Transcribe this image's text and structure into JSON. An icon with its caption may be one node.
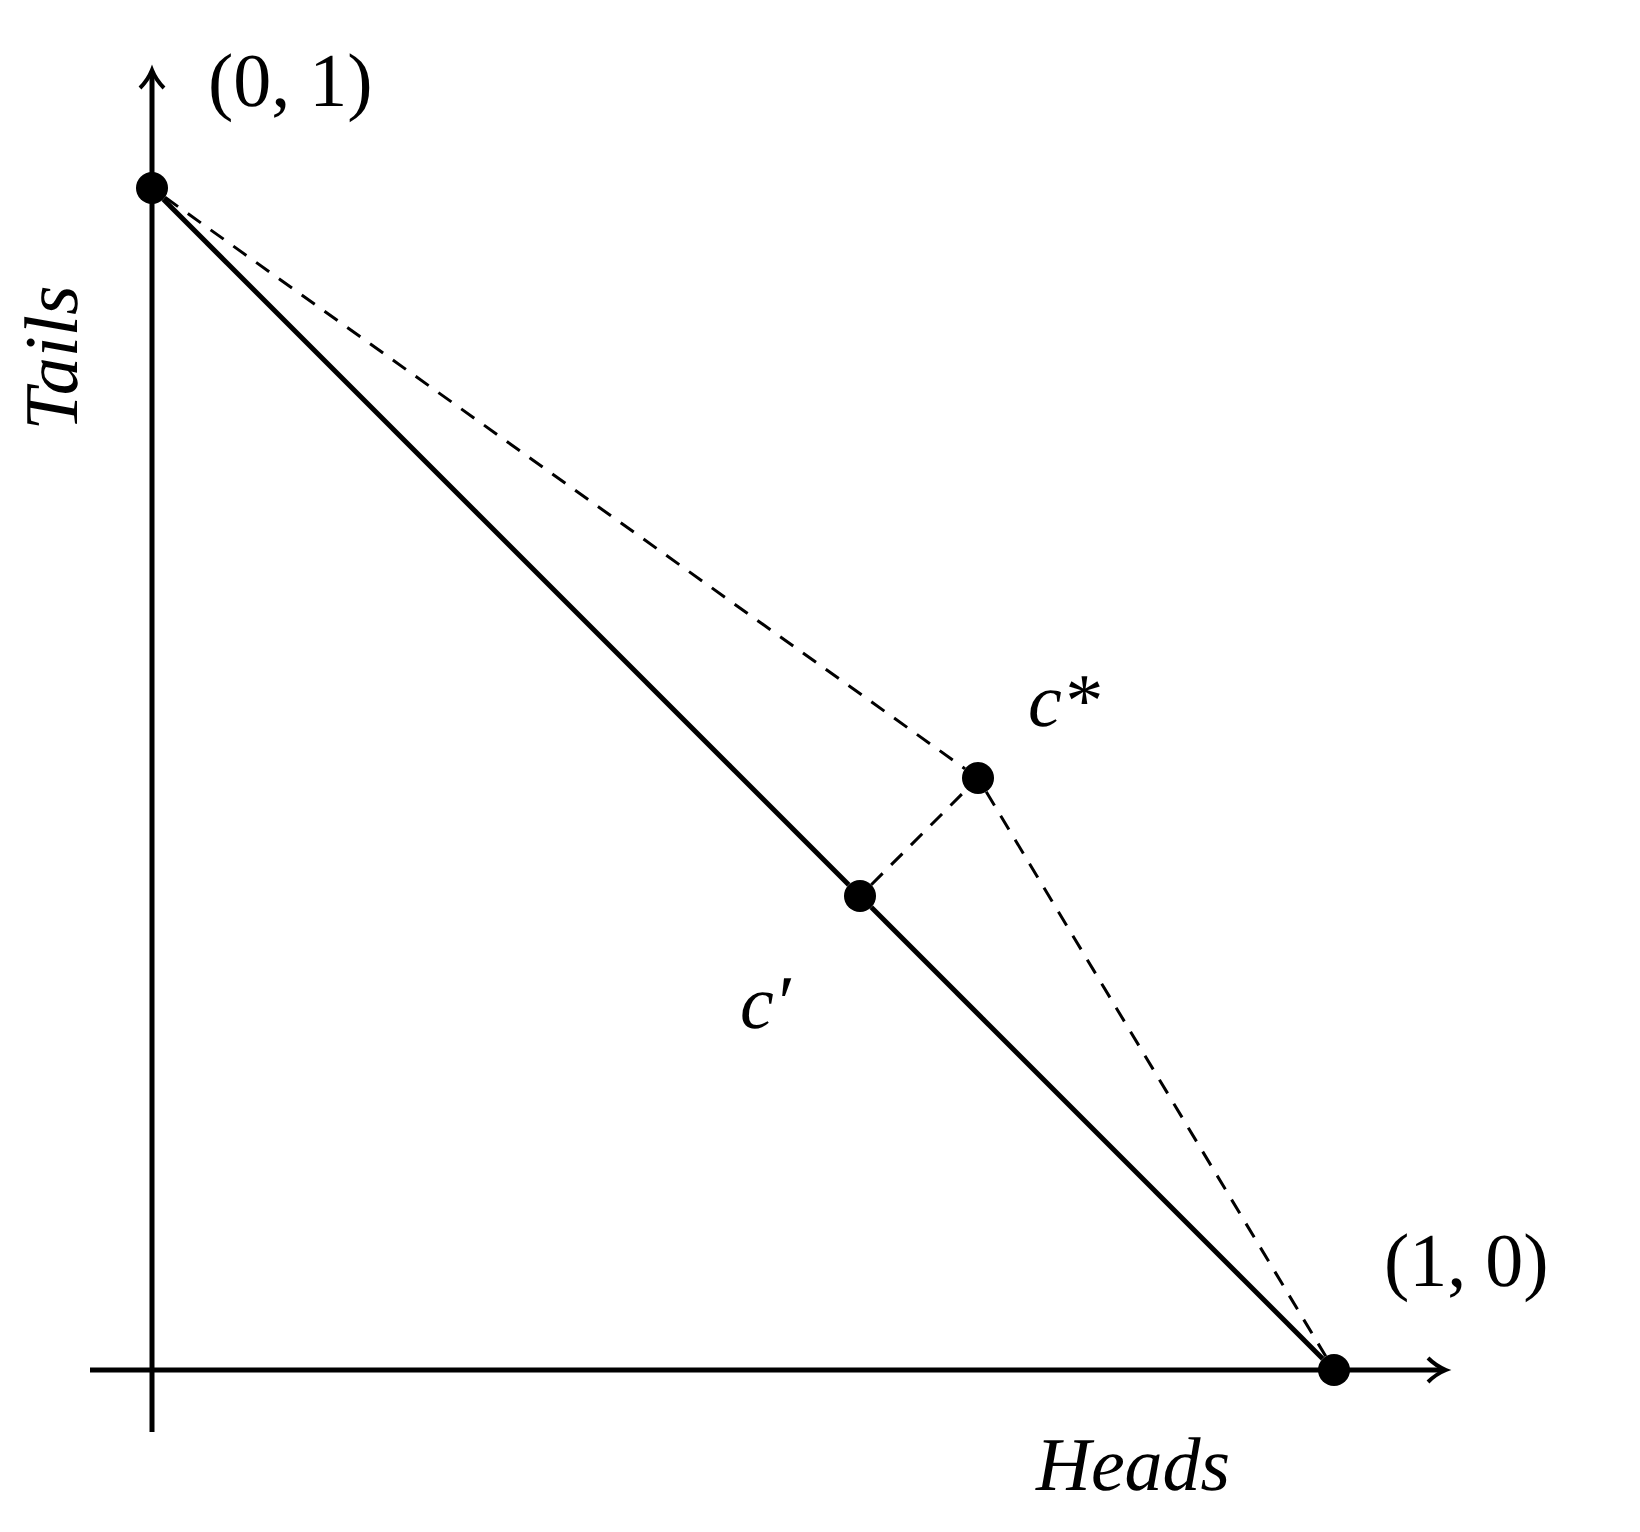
{
  "diagram": {
    "nodes": [
      {
        "text": [],
        "shape": "circle",
        "beside": [
          "(0, 1)"
        ]
      },
      {
        "text": [],
        "shape": "circle",
        "beside": [
          "c*"
        ]
      },
      {
        "text": [],
        "shape": "circle",
        "beside": [
          "c′"
        ]
      },
      {
        "text": [],
        "shape": "circle",
        "beside": [
          "(1, 0)"
        ]
      }
    ],
    "edges": [
      {
        "from": 0,
        "to": 2,
        "arrow": "none"
      },
      {
        "from": 2,
        "to": 3,
        "arrow": "none"
      },
      {
        "from": 0,
        "to": 1,
        "arrow": "none",
        "style": "dashed"
      },
      {
        "from": 1,
        "to": 3,
        "arrow": "none",
        "style": "dashed"
      },
      {
        "from": 2,
        "to": 1,
        "arrow": "none",
        "style": "dashed"
      }
    ],
    "labels": [
      "Tails",
      "Heads"
    ]
  }
}
